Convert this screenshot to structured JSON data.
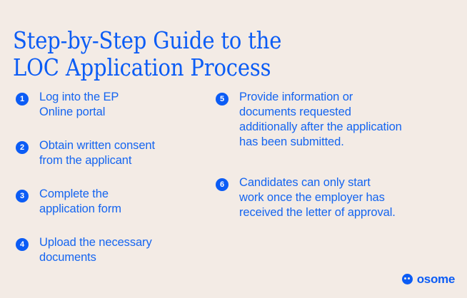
{
  "background_color": "#f3ebe5",
  "accent_color": "#0b5cf5",
  "text_color": "#1565f0",
  "title": "Step-by-Step Guide to the\nLOC Application Process",
  "steps": {
    "left_column": [
      {
        "number": "1",
        "text": "Log into the EP\nOnline portal"
      },
      {
        "number": "2",
        "text": "Obtain written consent\nfrom the applicant"
      },
      {
        "number": "3",
        "text": "Complete the\napplication form"
      },
      {
        "number": "4",
        "text": "Upload the necessary\ndocuments"
      }
    ],
    "right_column": [
      {
        "number": "5",
        "text": "Provide information or\ndocuments requested\nadditionally after the application\nhas been submitted."
      },
      {
        "number": "6",
        "text": "Candidates can only start\nwork once the employer has\nreceived the letter of approval."
      }
    ]
  },
  "logo": {
    "icon": "osome-face-icon",
    "wordmark": "osome"
  }
}
